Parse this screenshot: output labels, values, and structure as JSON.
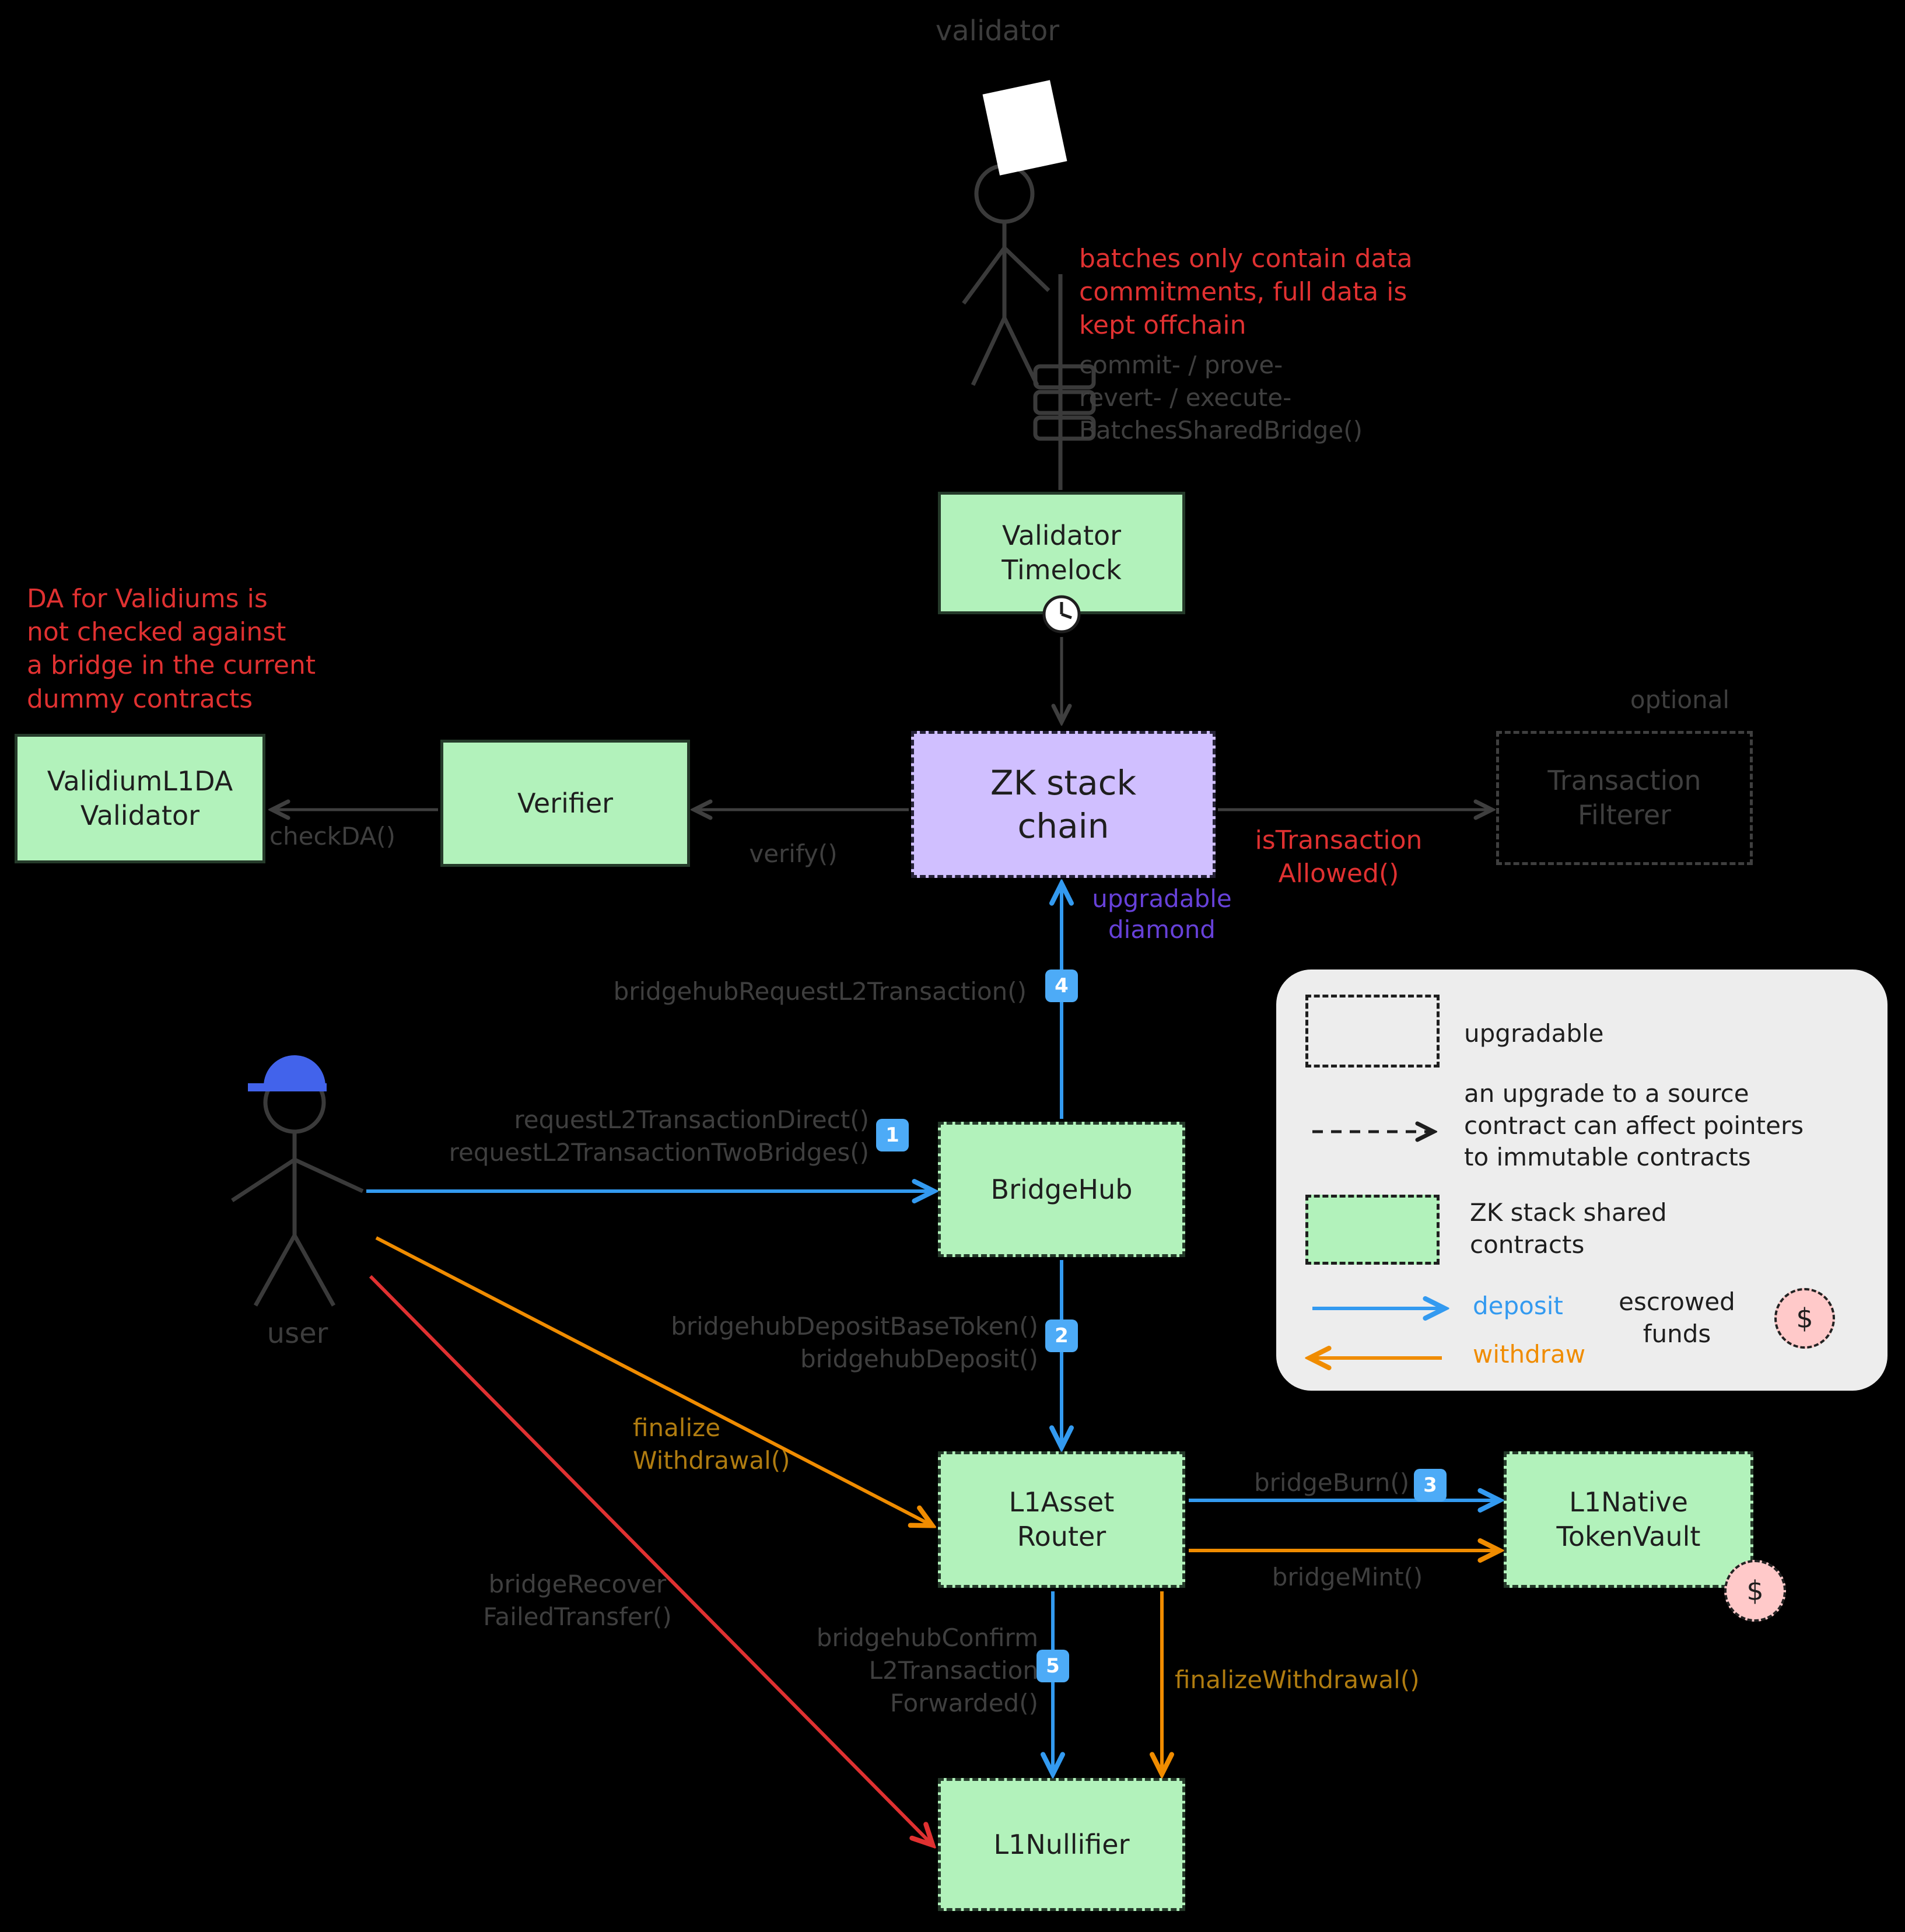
{
  "actors": {
    "validator": {
      "label": "validator"
    },
    "user": {
      "label": "user"
    }
  },
  "nodes": {
    "validator_timelock": {
      "label": "Validator\nTimelock"
    },
    "zk_stack_chain": {
      "label": "ZK stack\nchain"
    },
    "verifier": {
      "label": "Verifier"
    },
    "validium_l1da_validator": {
      "label": "ValidiumL1DA\nValidator"
    },
    "transaction_filterer": {
      "label": "Transaction\nFilterer",
      "tag": "optional"
    },
    "bridgehub": {
      "label": "BridgeHub"
    },
    "l1_asset_router": {
      "label": "L1Asset\nRouter"
    },
    "l1_native_token_vault": {
      "label": "L1Native\nTokenVault"
    },
    "l1_nullifier": {
      "label": "L1Nullifier"
    }
  },
  "edges": {
    "commit_batches": "commit- / prove-\nrevert- / execute-\nBatchesSharedBridge()",
    "verify": "verify()",
    "check_da": "checkDA()",
    "is_transaction_allowed": "isTransaction\nAllowed()",
    "upgradable_diamond": "upgradable\ndiamond",
    "bridgehub_request_l2_transaction": "bridgehubRequestL2Transaction()",
    "request_l2_transaction": "requestL2TransactionDirect()\nrequestL2TransactionTwoBridges()",
    "bridgehub_deposit": "bridgehubDepositBaseToken()\nbridgehubDeposit()",
    "finalize_withdrawal_user": "finalize\nWithdrawal()",
    "bridge_recover_failed_transfer": "bridgeRecover\nFailedTransfer()",
    "bridge_burn": "bridgeBurn()",
    "bridge_mint": "bridgeMint()",
    "bridgehub_confirm": "bridgehubConfirm\nL2Transaction\nForwarded()",
    "finalize_withdrawal": "finalizeWithdrawal()"
  },
  "badges": {
    "step1": "1",
    "step2": "2",
    "step3": "3",
    "step4": "4",
    "step5": "5"
  },
  "notes": {
    "batches_offchain": "batches only contain data\ncommitments, full data is\nkept offchain",
    "da_validiums": "DA for Validiums is\nnot checked against\na bridge in the current\ndummy contracts"
  },
  "legend": {
    "upgradable": "upgradable",
    "upgrade_note": "an upgrade to a source\ncontract can affect pointers\nto immutable contracts",
    "shared_contracts": "ZK stack shared\ncontracts",
    "deposit": "deposit",
    "withdraw": "withdraw",
    "escrowed_funds": "escrowed\nfunds"
  },
  "symbols": {
    "dollar": "$"
  }
}
